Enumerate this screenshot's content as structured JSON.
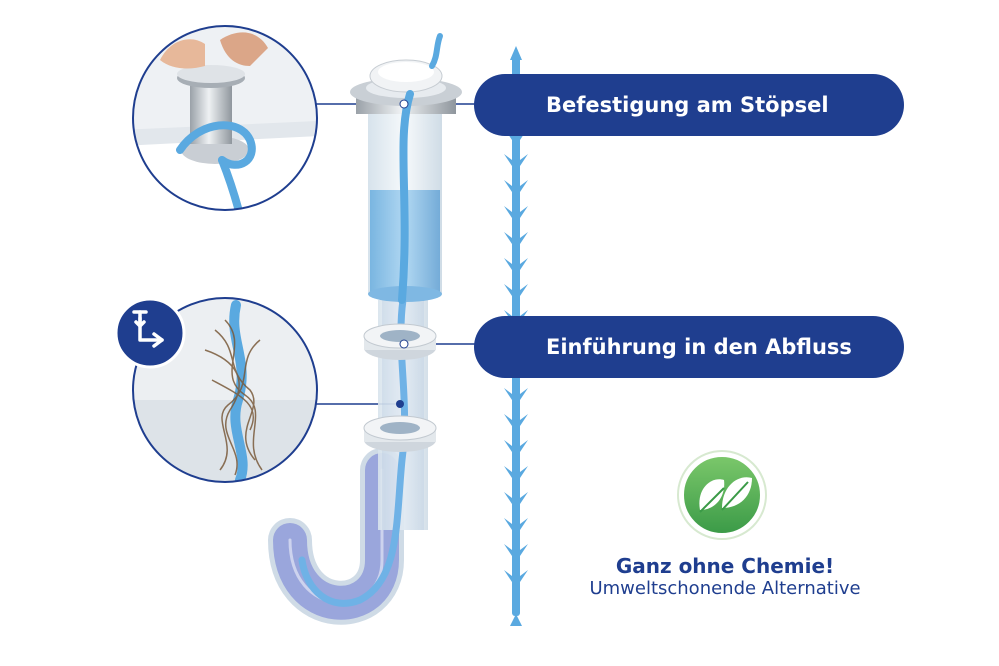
{
  "callouts": [
    {
      "label": "Befestigung am Stöpsel"
    },
    {
      "label": "Einführung in den Abfluss"
    }
  ],
  "badge": {
    "title": "Ganz ohne Chemie!",
    "subtitle": "Umweltschonende Alternative",
    "icon": "leaf-icon"
  },
  "colors": {
    "navy": "#1f3e8f",
    "strip_blue": "#5aa9e0",
    "water_blue": "#8fc4ea",
    "eco_green": "#5bb75a"
  }
}
